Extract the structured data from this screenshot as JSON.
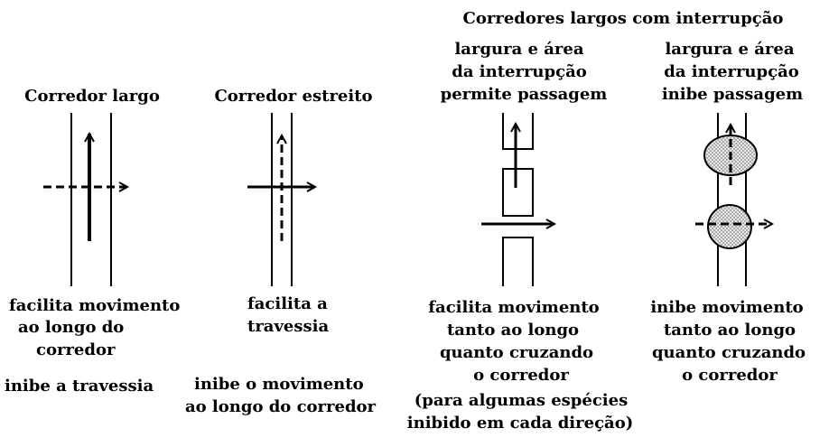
{
  "header": {
    "wide_with_gap": "Corredores largos com interrupção"
  },
  "panel_wide": {
    "title": "Corredor largo",
    "caption1": [
      "facilita movimento",
      "ao longo do",
      "corredor"
    ],
    "caption2": "inibe a travessia"
  },
  "panel_narrow": {
    "title": "Corredor estreito",
    "caption1": [
      "facilita a",
      "travessia"
    ],
    "caption2": [
      "inibe o movimento",
      "ao longo do corredor"
    ]
  },
  "panel_gap_allows": {
    "title": [
      "largura e área",
      "da interrupção",
      "permite passagem"
    ],
    "caption": [
      "facilita movimento",
      "tanto ao longo",
      "quanto cruzando",
      "o corredor",
      "(para algumas espécies",
      "inibido em cada direção)"
    ]
  },
  "panel_gap_inhibits": {
    "title": [
      "largura e área",
      "da interrupção",
      "inibe passagem"
    ],
    "caption": [
      "inibe movimento",
      "tanto ao longo",
      "quanto  cruzando",
      "o corredor"
    ]
  }
}
